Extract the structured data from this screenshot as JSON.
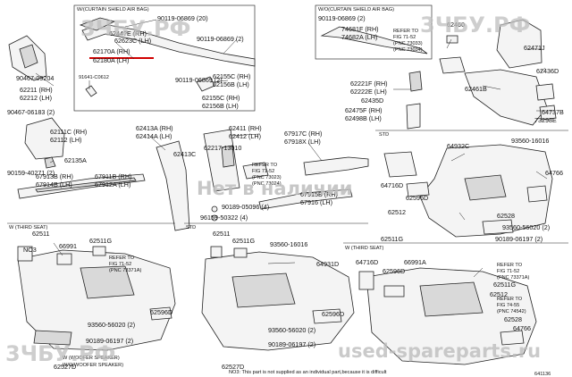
{
  "watermarks": {
    "brand_tl": "3ЧБУ.РФ",
    "brand_tr": "3ЧБУ.РФ",
    "brand_bl": "3ЧБУ.РФ",
    "stock": "Нет в наличии",
    "site": "used-spareparts.ru"
  },
  "sections": {
    "curtain_w": "W/(CURTAIN SHIELD AIR BAG)",
    "curtain_wo": "W/O(CURTAIN SHIELD AIR BAG)",
    "std": "STD",
    "third_seat_left": "W (THIRD SEAT)",
    "std_bottom": "STD",
    "third_seat_right": "W (THIRD SEAT)",
    "woofer_w": "W (WOOFER SPEAKER)",
    "woofer_wo": "W/O(WOOFER SPEAKER)"
  },
  "refs": {
    "r1_a": "REFER TO",
    "r1_b": "FIG 71-52",
    "r1_c": "(PNC 73033)",
    "r1_d": "(PNC 73034)",
    "r2_a": "REFER TO",
    "r2_b": "FIG 71-52",
    "r2_c": "(PNC 73023)",
    "r2_d": "(PNC 73024)",
    "r3_a": "REFER TO",
    "r3_b": "FIG 71-52",
    "r3_c": "(PNC 73371A)",
    "r4_a": "REFER TO",
    "r4_b": "FIG 71-52",
    "r4_c": "(PNC 73371A)",
    "r5_a": "REFER TO",
    "r5_b": "FIG 74-55",
    "r5_c": "(PNC 74542)"
  },
  "note": "NO3: This part is not supplied as an individual part,because it is difficult",
  "diagram_id": "641136",
  "parts": {
    "p01": "90119-06869 (20)",
    "p02": "6244?E (RH)",
    "p03": "62623C (LH)",
    "p04": "62170A (RH)",
    "p05": "62180A (LH)",
    "p06": "90119-06869 (2)",
    "p07": "91641-C0612",
    "p08": "90119-06869 (2)",
    "p09": "62155C (RH)",
    "p10": "62156B (LH)",
    "p11": "62155C (RH)",
    "p12": "62156B (LH)",
    "p13": "90467-09204",
    "p14": "62211 (RH)",
    "p15": "62212 (LH)",
    "p16": "90467-06183 (2)",
    "p17": "62111C (RH)",
    "p18": "62112 (LH)",
    "p19": "62135A",
    "p20": "90159-40271 (2)",
    "p21": "67913B (RH)",
    "p22": "67914B (LH)",
    "p23": "67911B (RH)",
    "p24": "67912A (LH)",
    "p25": "62413A (RH)",
    "p26": "62414A (LH)",
    "p27": "62413C",
    "p28": "62411 (RH)",
    "p29": "62412 (LH)",
    "p30": "62217-13010",
    "p31": "67917C (RH)",
    "p32": "67918X (LH)",
    "p33": "90189-05096 (4)",
    "p34": "96159-50322 (4)",
    "p35": "67915B (RH)",
    "p36": "67916 (LH)",
    "p37": "90119-06869 (2)",
    "p38": "74681F (RH)",
    "p39": "74682A (LH)",
    "p40": "62460",
    "p41": "62471J",
    "p42": "62436D",
    "p43": "62221F (RH)",
    "p44": "62222E (LH)",
    "p45": "62435D",
    "p46": "62475F (RH)",
    "p47": "62498B (LH)",
    "p48": "62461B",
    "p49": "64737B",
    "p50": "73298E",
    "p51": "64932C",
    "p52": "93560-16016",
    "p53": "64716D",
    "p54": "62596D",
    "p55": "64766",
    "p56": "62512",
    "p57": "62528",
    "p58": "93560-56020 (2)",
    "p59": "62511G",
    "p60": "90189-06197 (2)",
    "p61": "62511",
    "p62": "NO3",
    "p63": "66991",
    "p64": "62511G",
    "p65": "62596D",
    "p66": "93560-56020 (2)",
    "p67": "90189-06197 (2)",
    "p68": "62527D",
    "p69": "62511",
    "p70": "62511G",
    "p71": "93560-16016",
    "p72": "64931D",
    "p73": "62596D",
    "p74": "93560-56020 (2)",
    "p75": "90189-06197 (2)",
    "p76": "62527D",
    "p77": "64716D",
    "p78": "66991A",
    "p79": "62596D",
    "p80": "62512",
    "p81": "62511G",
    "p82": "62528",
    "p83": "64766"
  }
}
